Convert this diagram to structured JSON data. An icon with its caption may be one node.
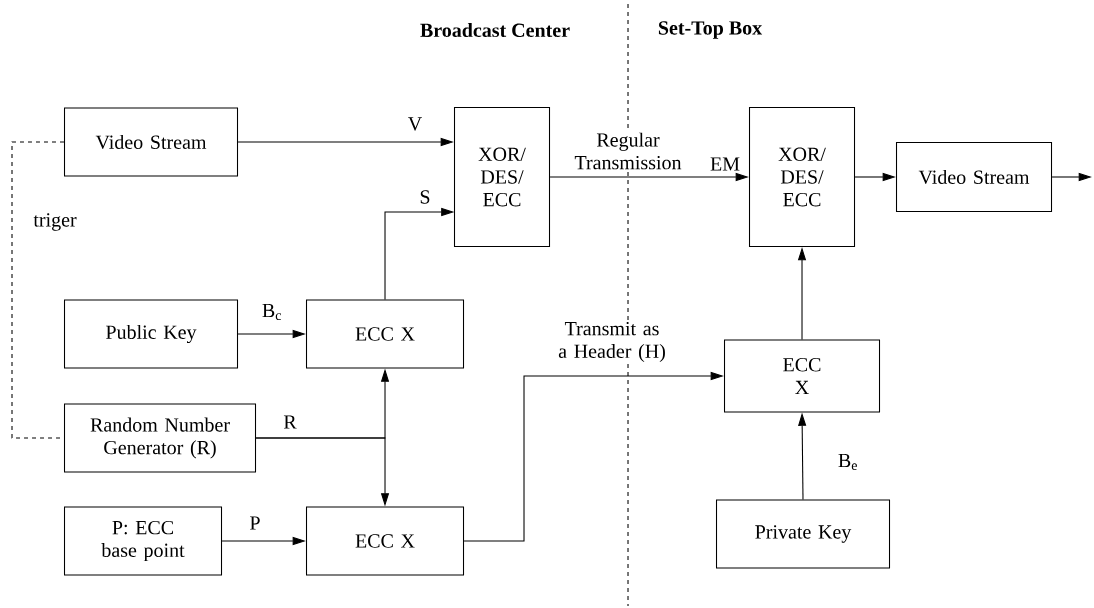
{
  "diagram": {
    "nodes": [
      {
        "text": [
          "Video Stream"
        ]
      },
      {
        "text": [
          "XOR/ DES/ ECC"
        ]
      },
      {
        "text": [
          "Public Key"
        ]
      },
      {
        "text": [
          "ECC X"
        ]
      },
      {
        "text": [
          "Random Number Generator (R)"
        ]
      },
      {
        "text": [
          "P: ECC base point"
        ]
      },
      {
        "text": [
          "ECC X"
        ]
      },
      {
        "text": [
          "XOR/ DES/ ECC"
        ]
      },
      {
        "text": [
          "Video Stream"
        ]
      },
      {
        "text": [
          "ECC X"
        ]
      },
      {
        "text": [
          "Private Key"
        ]
      }
    ],
    "edges": [
      {
        "from": 0,
        "to": 1,
        "arrow": "to",
        "label": "V"
      },
      {
        "from": 3,
        "to": 1,
        "arrow": "to",
        "label": "S"
      },
      {
        "from": 2,
        "to": 3,
        "arrow": "to",
        "label": "B$_{c}$"
      },
      {
        "from": 4,
        "to": 3,
        "arrow": "to",
        "label": "R"
      },
      {
        "from": 4,
        "to": 6,
        "arrow": "to"
      },
      {
        "from": 5,
        "to": 6,
        "arrow": "to",
        "label": "P"
      },
      {
        "from": 6,
        "to": 9,
        "arrow": "to",
        "label": "Transmit as a Header (H)"
      },
      {
        "from": 1,
        "to": 7,
        "arrow": "to",
        "label": "EM"
      },
      {
        "from": 7,
        "to": 8,
        "arrow": "to"
      },
      {
        "from": 9,
        "to": 7,
        "arrow": "to"
      },
      {
        "from": 10,
        "to": 9,
        "arrow": "to",
        "label": "B$_{e}$"
      },
      {
        "from": 8,
        "to": null,
        "arrow": "to"
      },
      {
        "from": 0,
        "to": 4,
        "arrow": "none",
        "style": "dashed",
        "label": "triger"
      }
    ],
    "labels": [
      "Broadcast Center",
      "Set-Top Box",
      "Regular Transmission"
    ]
  }
}
